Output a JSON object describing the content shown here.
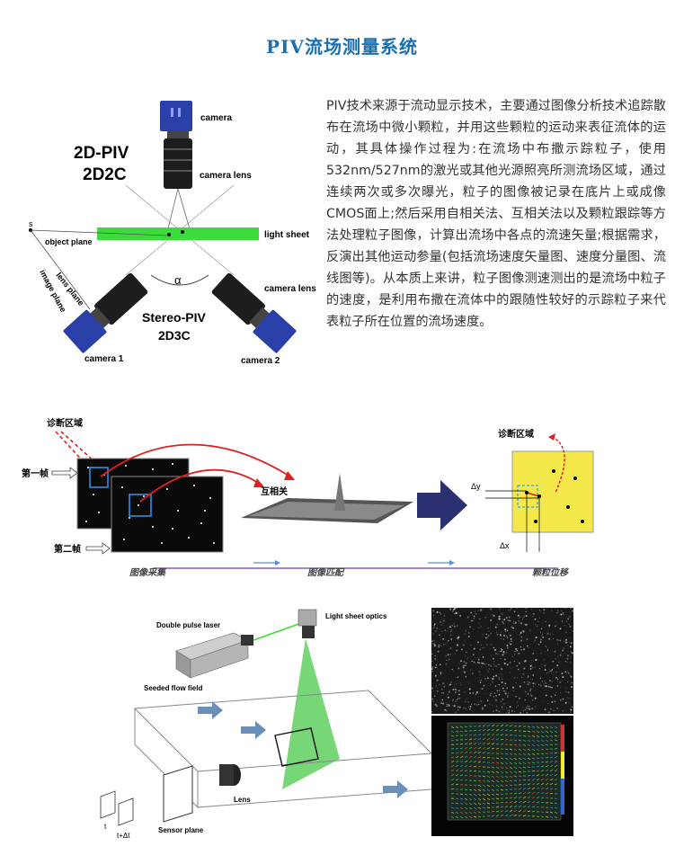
{
  "page": {
    "title": "PIV流场测量系统",
    "description": "PIV技术来源于流动显示技术，主要通过图像分析技术追踪散布在流场中微小颗粒，并用这些颗粒的运动来表征流体的运动，其具体操作过程为:在流场中布撒示踪粒子，使用532nm/527nm的激光或其他光源照亮所测流场区域，通过连续两次或多次曝光，粒子的图像被记录在底片上或成像CMOS面上;然后采用自相关法、互相关法以及颗粒跟踪等方法处理粒子图像，计算出流场中各点的流速矢量;根据需求，反演出其他运动参量(包括流场速度矢量图、速度分量图、流线图等)。从本质上来讲，粒子图像测速测出的是流场中粒子的速度，是利用布撒在流体中的跟随性较好的示踪粒子来代表粒子所在位置的流场速度。"
  },
  "fig1": {
    "camera": "camera",
    "camera_lens_top": "camera lens",
    "title_2d_1": "2D-PIV",
    "title_2d_2": "2D2C",
    "s": "s",
    "object_plane": "object plane",
    "light_sheet": "light sheet",
    "lens_plane": "lens plane",
    "image_plane": "image plane",
    "alpha": "α",
    "camera_lens_right": "camera lens",
    "stereo_1": "Stereo-PIV",
    "stereo_2": "2D3C",
    "camera1": "camera 1",
    "camera2": "camera 2",
    "colors": {
      "light_sheet": "#3ddc3d",
      "camera_body": "#2b3fa8"
    }
  },
  "fig2": {
    "region_top": "诊断区域",
    "frame1": "第一帧",
    "frame2": "第二帧",
    "cross_corr": "互相关",
    "dy": "Δy",
    "dx": "Δx",
    "region_right": "诊断区域",
    "stage1": "图像采集",
    "stage2": "图像匹配",
    "stage3": "颗粒位移",
    "colors": {
      "arrow_red": "#e02020",
      "region_box": "#f5e84a",
      "big_arrow": "#2a3070",
      "flow_line": "#6a3fb0"
    }
  },
  "fig3": {
    "laser": "Double pulse laser",
    "optics": "Light sheet optics",
    "seeded": "Seeded flow field",
    "lens": "Lens",
    "sensor": "Sensor plane",
    "t1": "t",
    "t2": "t+Δt",
    "colors": {
      "light_sheet": "#5fd05f",
      "arrows": "#6a8fb8"
    }
  }
}
